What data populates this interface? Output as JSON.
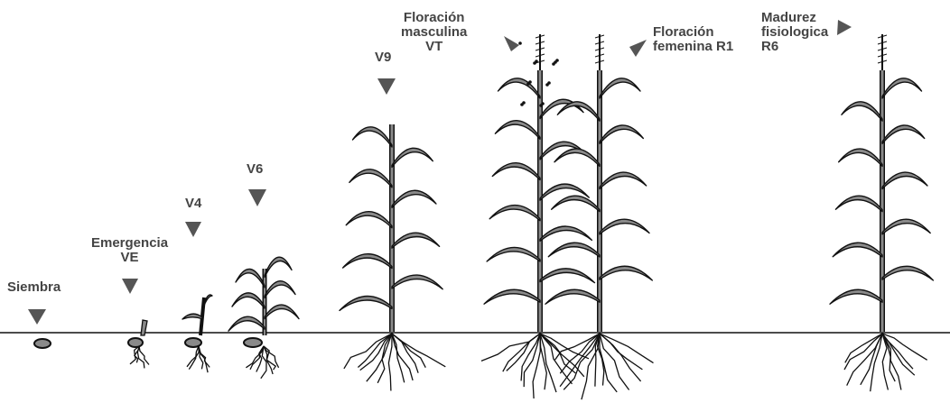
{
  "stages": [
    {
      "id": "siembra",
      "lines": [
        "Siembra"
      ]
    },
    {
      "id": "emergencia",
      "lines": [
        "Emergencia",
        "VE"
      ]
    },
    {
      "id": "v4",
      "lines": [
        "V4"
      ]
    },
    {
      "id": "v6",
      "lines": [
        "V6"
      ]
    },
    {
      "id": "v9",
      "lines": [
        "V9"
      ]
    },
    {
      "id": "floracion-masculina",
      "lines": [
        "Floración",
        "masculina",
        "VT"
      ]
    },
    {
      "id": "floracion-femenina",
      "lines": [
        "Floración",
        "femenina R1"
      ]
    },
    {
      "id": "madurez",
      "lines": [
        "Madurez",
        "fisiologica",
        "R6"
      ]
    }
  ],
  "colors": {
    "stem": "#8a8a8a",
    "outline": "#111111",
    "marker": "#555555",
    "ground": "#111111",
    "label": "#444444"
  }
}
